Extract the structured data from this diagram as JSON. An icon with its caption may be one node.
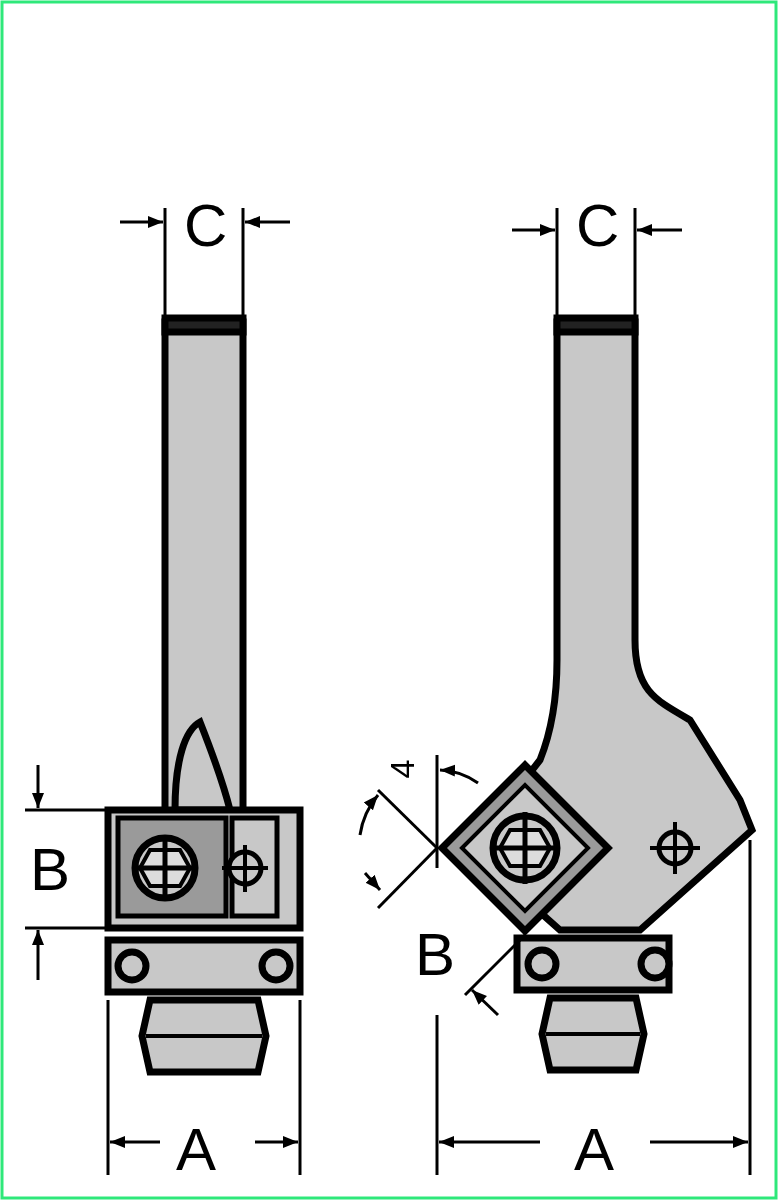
{
  "diagram": {
    "labels": [
      "C",
      "C",
      "4",
      "B",
      "B",
      "A",
      "A"
    ]
  }
}
